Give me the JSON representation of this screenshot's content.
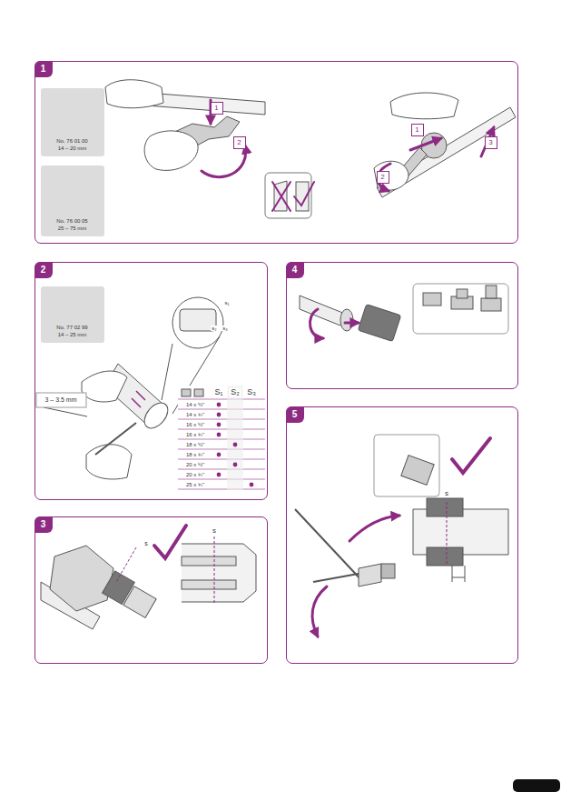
{
  "diagram": {
    "nodes": [
      {
        "text": [
          "1"
        ]
      },
      {
        "text": [
          "No. 76 01 00",
          "14 – 20 mm"
        ],
        "in": 0
      },
      {
        "text": [
          "No. 76 00 05",
          "25 – 75 mm"
        ],
        "in": 0
      },
      {
        "text": [
          "1"
        ],
        "in": 0
      },
      {
        "text": [
          "2"
        ],
        "in": 0
      },
      {
        "text": [
          "1"
        ],
        "in": 0
      },
      {
        "text": [
          "2"
        ],
        "in": 0
      },
      {
        "text": [
          "3"
        ],
        "in": 0
      },
      {
        "text": [
          "2"
        ]
      },
      {
        "text": [
          "No. 77 02 99",
          "14 – 25 mm"
        ],
        "in": 8
      },
      {
        "text": [
          "3"
        ]
      },
      {
        "text": [
          "4"
        ]
      },
      {
        "text": [
          "5"
        ]
      }
    ],
    "labels": [
      "3 – 3.5 mm",
      "s₁",
      "s₂",
      "s₃",
      "S₁",
      "S₂",
      "S₃",
      "14 x ½\"",
      "14 x ¾\"",
      "16 x ½\"",
      "16 x ¾\"",
      "18 x ½\"",
      "18 x ¾\"",
      "20 x ½\"",
      "20 x ¾\"",
      "25 x ¾\"",
      "s",
      "s",
      "s"
    ]
  }
}
